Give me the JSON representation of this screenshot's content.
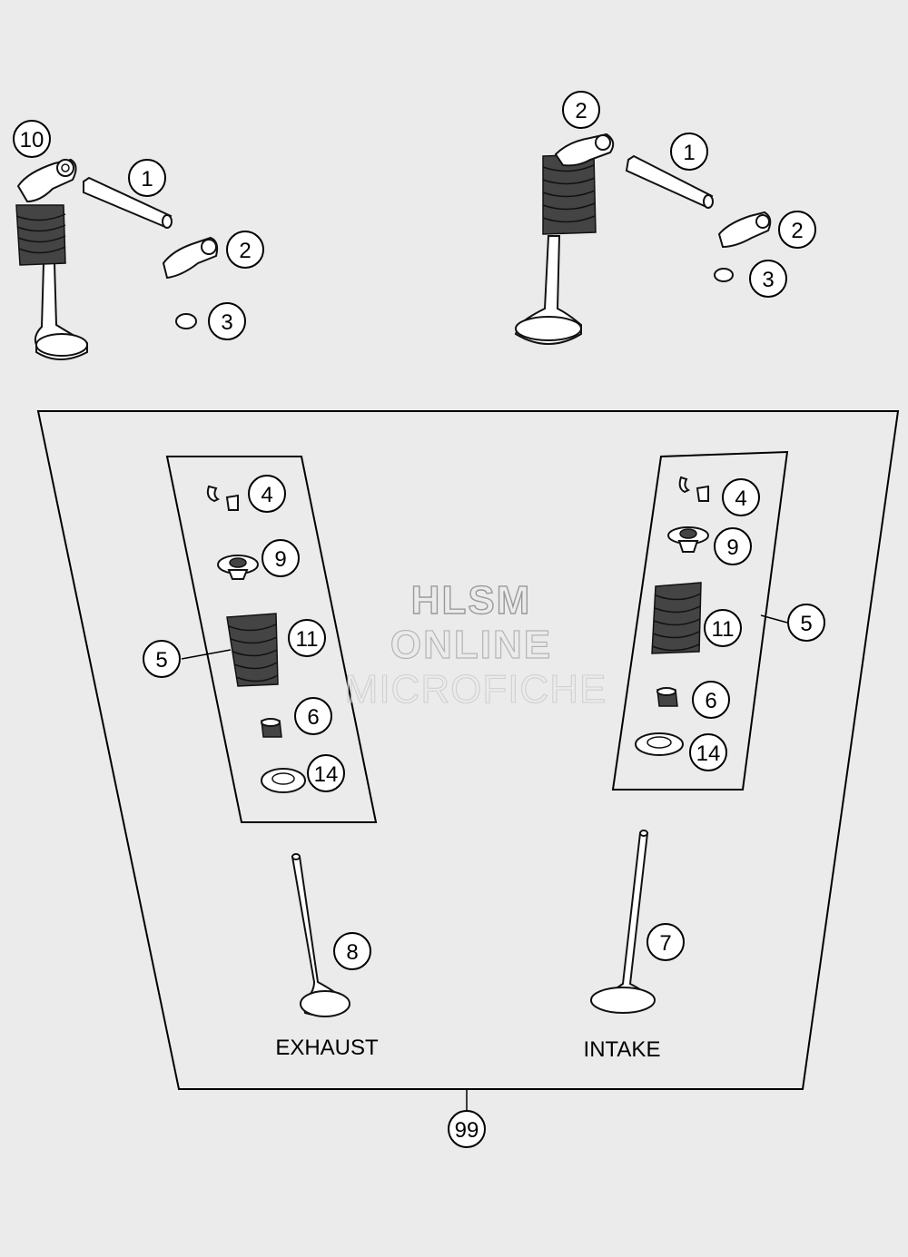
{
  "watermark": {
    "line1": "HLSM",
    "line2": "ONLINE",
    "line3": "MICROFICHE"
  },
  "captions": {
    "exhaust": "EXHAUST",
    "intake": "INTAKE"
  },
  "callouts": {
    "tl_10": "10",
    "tl_1": "1",
    "tl_2": "2",
    "tl_3": "3",
    "tr_2_top": "2",
    "tr_1": "1",
    "tr_2": "2",
    "tr_3": "3",
    "ex_4": "4",
    "ex_9": "9",
    "ex_11": "11",
    "ex_5": "5",
    "ex_6": "6",
    "ex_14": "14",
    "in_4": "4",
    "in_9": "9",
    "in_11": "11",
    "in_5": "5",
    "in_6": "6",
    "in_14": "14",
    "ex_valve_8": "8",
    "in_valve_7": "7",
    "kit_99": "99"
  }
}
